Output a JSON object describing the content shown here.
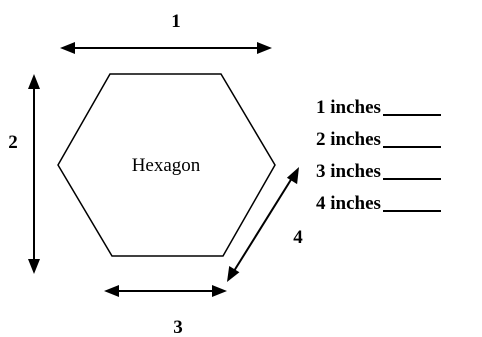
{
  "shape": {
    "name": "Hexagon"
  },
  "side_labels": [
    "1",
    "2",
    "3",
    "4"
  ],
  "answers": [
    {
      "label": "1 inches"
    },
    {
      "label": "2 inches"
    },
    {
      "label": "3 inches"
    },
    {
      "label": "4 inches"
    }
  ]
}
